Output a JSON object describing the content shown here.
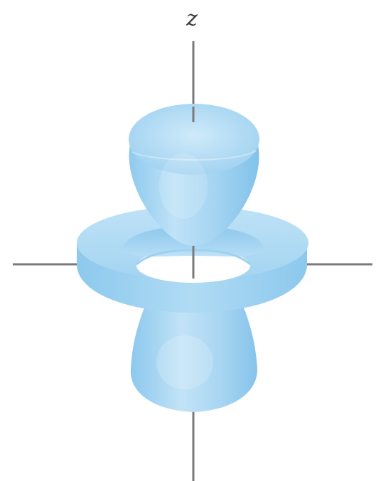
{
  "axis": {
    "z_label": "z"
  },
  "colors": {
    "background": "#ffffff",
    "axis": "#7a7a7a",
    "orbital_light": "#cfe9f8",
    "orbital_mid": "#a9d6f2",
    "orbital_dark": "#7cbde6"
  },
  "shapes": {
    "upper_lobe": "lobe",
    "torus": "ring",
    "lower_lobe": "lobe"
  }
}
